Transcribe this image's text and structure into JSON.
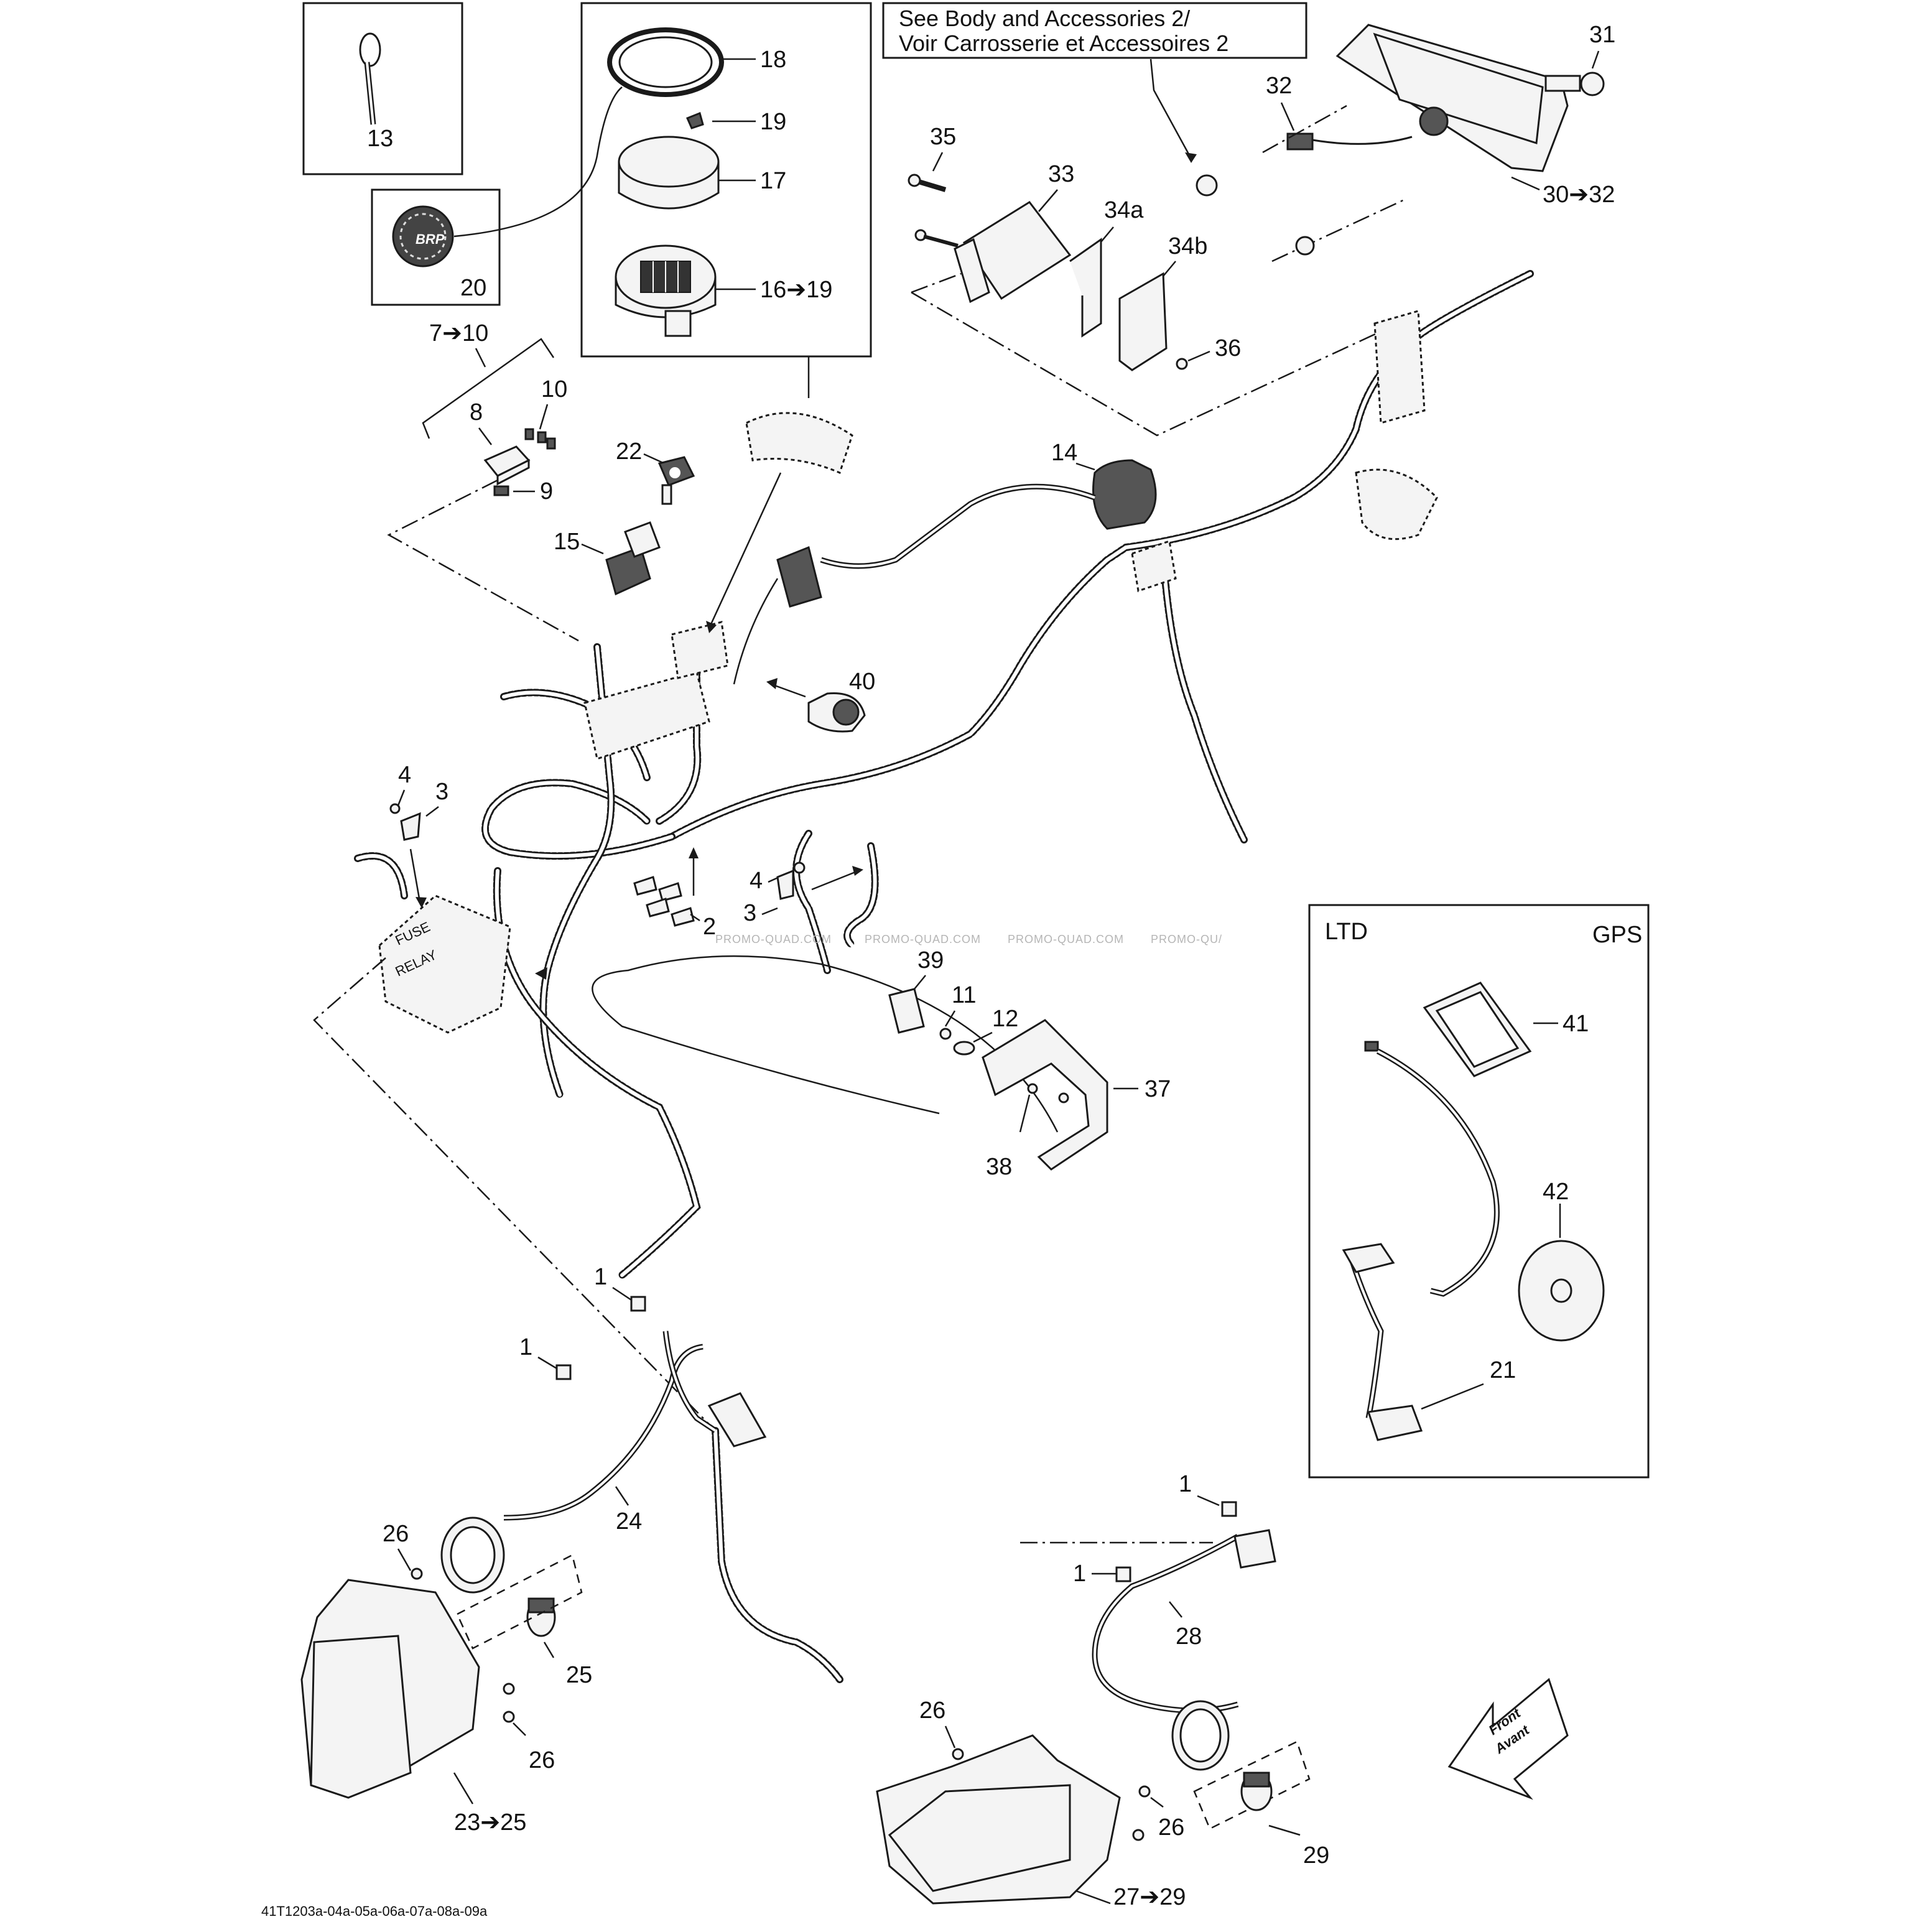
{
  "diagram": {
    "note_box": {
      "line1": "See Body and Accessories 2/",
      "line2": "Voir Carrosserie et Accessoires 2"
    },
    "gps_box": {
      "left": "LTD",
      "right": "GPS"
    },
    "front_arrow": {
      "line1": "Front",
      "line2": "Avant"
    },
    "drawing_code": "41T1203a-04a-05a-06a-07a-08a-09a",
    "watermark": [
      "PROMO-QUAD.COM",
      "PROMO-QUAD.COM",
      "PROMO-QUAD.COM",
      "PROMO-QU/"
    ],
    "callouts": {
      "c13": "13",
      "c18": "18",
      "c19": "19",
      "c17": "17",
      "c16_19": "16➔19",
      "c20": "20",
      "c7_10": "7➔10",
      "c10": "10",
      "c8": "8",
      "c9": "9",
      "c22": "22",
      "c15": "15",
      "c35": "35",
      "c33": "33",
      "c34a": "34a",
      "c34b": "34b",
      "c36": "36",
      "c31": "31",
      "c32": "32",
      "c30_32": "30➔32",
      "c14": "14",
      "c40": "40",
      "c4a": "4",
      "c3a": "3",
      "c4b": "4",
      "c3b": "3",
      "c2": "2",
      "c39": "39",
      "c11": "11",
      "c12": "12",
      "c37": "37",
      "c38": "38",
      "c41": "41",
      "c42": "42",
      "c21": "21",
      "c1a": "1",
      "c1b": "1",
      "c24": "24",
      "c26a": "26",
      "c25": "25",
      "c26b": "26",
      "c23_25": "23➔25",
      "c1c": "1",
      "c1d": "1",
      "c28": "28",
      "c26c": "26",
      "c26d": "26",
      "c29": "29",
      "c27_29": "27➔29"
    }
  }
}
